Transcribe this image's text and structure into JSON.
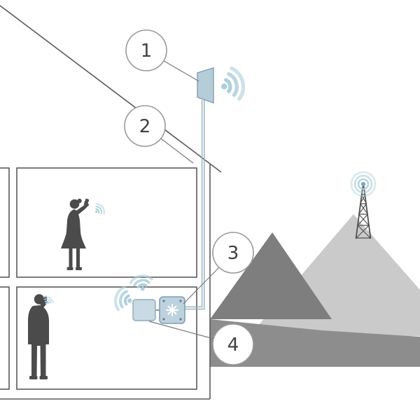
{
  "diagram": {
    "subject": "cell-signal-booster-home-installation",
    "callouts": [
      {
        "number": "1",
        "target": "outdoor-antenna"
      },
      {
        "number": "2",
        "target": "coax-cable"
      },
      {
        "number": "3",
        "target": "booster-unit"
      },
      {
        "number": "4",
        "target": "indoor-antenna"
      }
    ],
    "colors": {
      "signal_wave": "#aecfdd",
      "signal_dot": "#8fb6ca",
      "device_fill": "#bdd2de",
      "device_fill_light": "#c8dae3",
      "device_stroke": "#7f9fb0",
      "cable": "#93aebc",
      "silhouette": "#4b4b4b",
      "outline": "#5a5a5a",
      "room_outline": "#4f4f4f",
      "mountain_light": "#cacaca",
      "mountain_dark": "#7e7e7e",
      "mountain_mid": "#8d8d8d",
      "tower": "#4f4f4f",
      "callout_fill": "#ffffff",
      "callout_stroke": "#9a9a9a",
      "callout_text": "#3f3f3f"
    }
  }
}
